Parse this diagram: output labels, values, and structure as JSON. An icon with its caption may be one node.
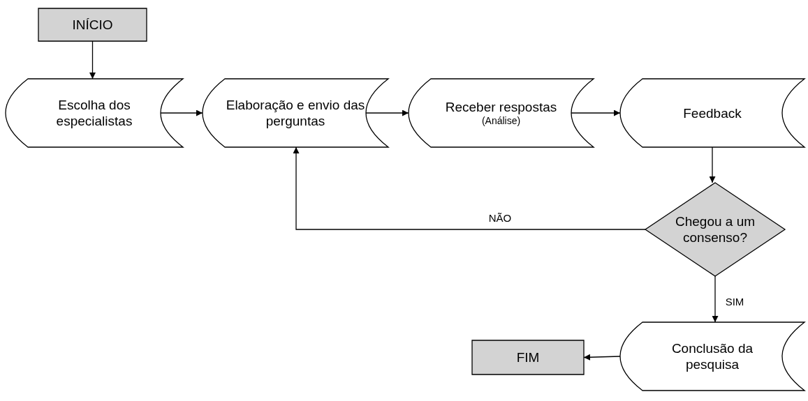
{
  "diagram": {
    "nodes": [
      {
        "text": [
          "INÍCIO"
        ]
      },
      {
        "text": [
          "Escolha dos especialistas"
        ]
      },
      {
        "text": [
          "Elaboração e envio das perguntas"
        ]
      },
      {
        "text": [
          "Receber respostas",
          "(Análise)"
        ]
      },
      {
        "text": [
          "Feedback"
        ]
      },
      {
        "text": [
          "Chegou a um consenso?"
        ]
      },
      {
        "text": [
          "Conclusão da pesquisa"
        ]
      },
      {
        "text": [
          "FIM"
        ]
      }
    ],
    "edges": [
      {
        "from": 0,
        "to": 1,
        "arrow": "to"
      },
      {
        "from": 1,
        "to": 2,
        "arrow": "to"
      },
      {
        "from": 2,
        "to": 3,
        "arrow": "to"
      },
      {
        "from": 3,
        "to": 4,
        "arrow": "to"
      },
      {
        "from": 4,
        "to": 5,
        "arrow": "to"
      },
      {
        "from": 5,
        "to": 2,
        "arrow": "to",
        "label": "NÃO"
      },
      {
        "from": 5,
        "to": 6,
        "arrow": "to",
        "label": "SIM"
      },
      {
        "from": 6,
        "to": 7,
        "arrow": "to"
      }
    ]
  }
}
